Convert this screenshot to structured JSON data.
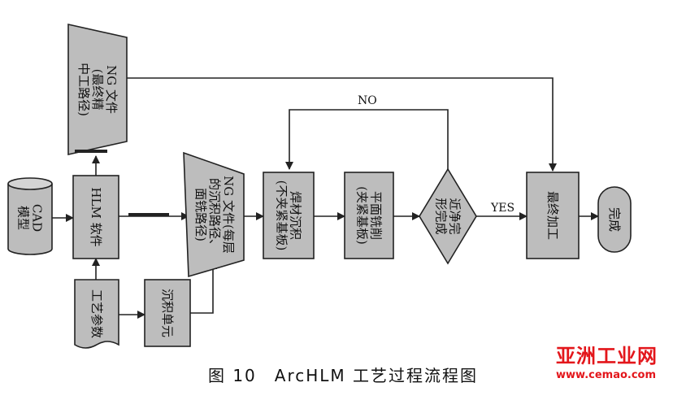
{
  "nodes": {
    "cad": "CAD\n模型",
    "hlm": "HLM 软件",
    "ng_top": "NG 文件\n(最终精\n中工路径)",
    "ng_mid": "NG 文件(每层\n的沉积路径、\n面铣路径)",
    "weld": "焊材沉积\n(不夹紧基板)",
    "mill": "平面铣削\n(夹紧基板)",
    "check": "近净完\n形完成",
    "final": "最终加工",
    "done": "完成",
    "params": "工艺参数",
    "unit": "沉积单元"
  },
  "labels": {
    "no": "NO",
    "yes": "YES"
  },
  "caption": "图 10　ArcHLM 工艺过程流程图",
  "watermark": {
    "brand": "亚洲工业网",
    "url": "www.cemao.com"
  },
  "colors": {
    "box_fill": "#bdbdbd",
    "stroke": "#222222",
    "watermark": "#e3161b"
  }
}
